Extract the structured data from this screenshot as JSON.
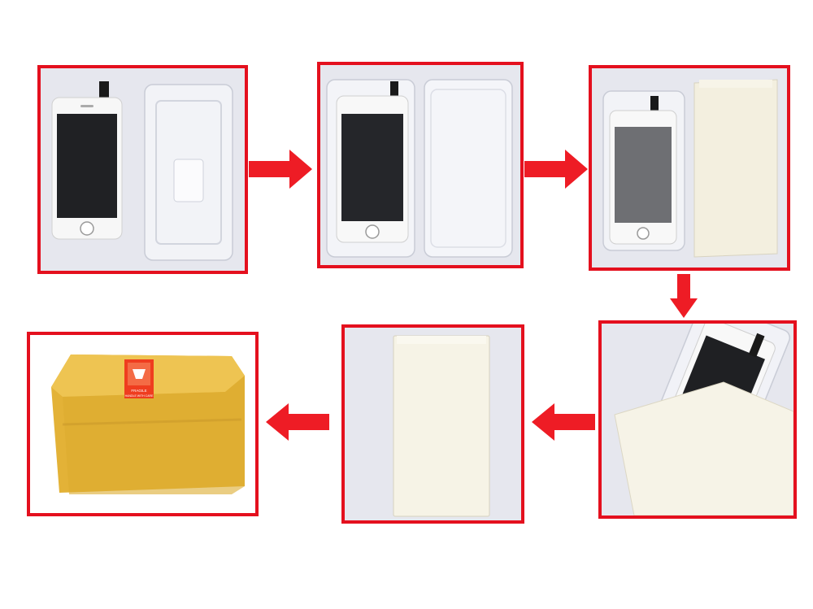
{
  "colors": {
    "frame_border": "#e4101e",
    "arrow": "#ee1c25",
    "background": "#ffffff"
  },
  "steps": [
    {
      "name": "lcd-and-tray"
    },
    {
      "name": "lcd-in-tray-with-cover"
    },
    {
      "name": "tray-and-paper-sleeve"
    },
    {
      "name": "tray-sliding-into-sleeve"
    },
    {
      "name": "sealed-sleeve"
    },
    {
      "name": "shipping-carton"
    }
  ],
  "carton_label": {
    "line1": "FRAGILE",
    "line2": "HANDLE WITH CARE"
  }
}
